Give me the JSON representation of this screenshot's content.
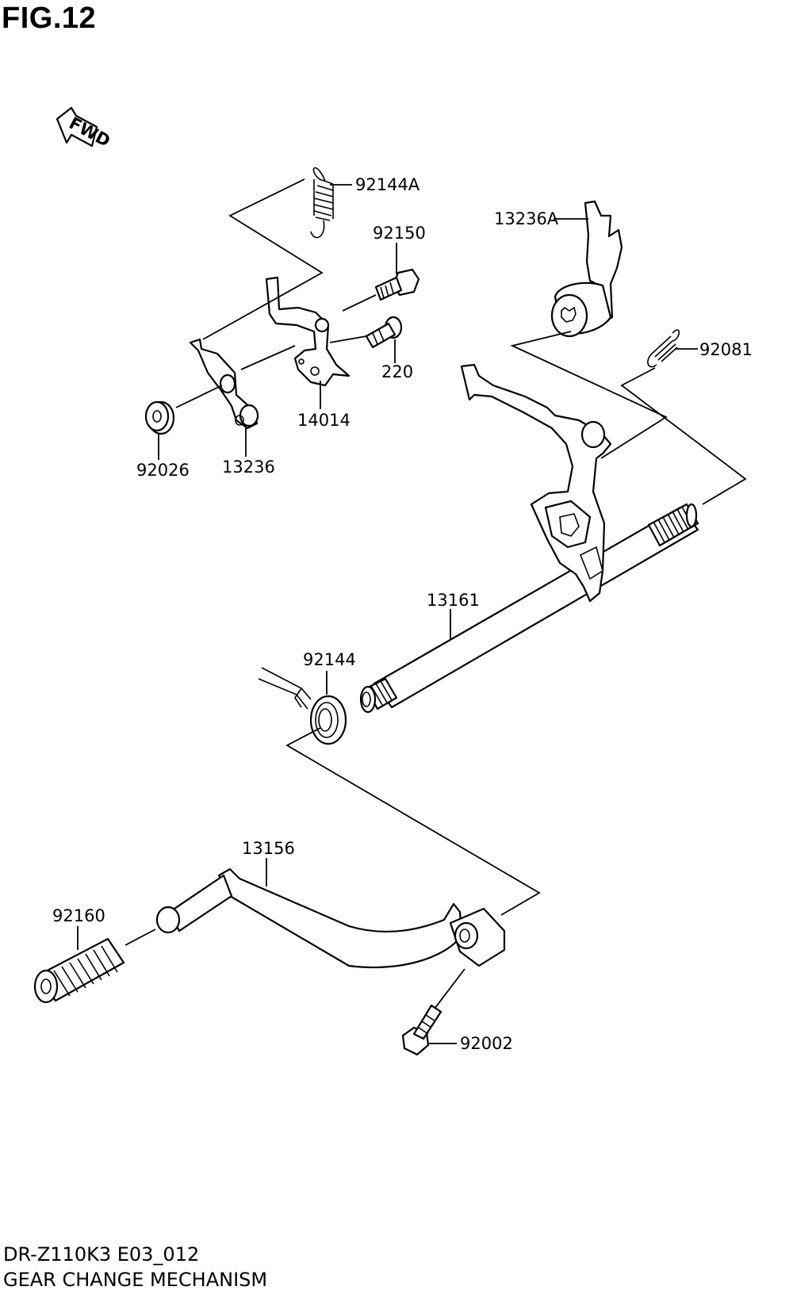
{
  "figure": {
    "title": "FIG.12"
  },
  "fwd_label": "FWD",
  "parts": [
    {
      "id": "p-92144A",
      "number": "92144A"
    },
    {
      "id": "p-92150",
      "number": "92150"
    },
    {
      "id": "p-13236A",
      "number": "13236A"
    },
    {
      "id": "p-92081",
      "number": "92081"
    },
    {
      "id": "p-220",
      "number": "220"
    },
    {
      "id": "p-14014",
      "number": "14014"
    },
    {
      "id": "p-92026",
      "number": "92026"
    },
    {
      "id": "p-13236",
      "number": "13236"
    },
    {
      "id": "p-13161",
      "number": "13161"
    },
    {
      "id": "p-92144",
      "number": "92144"
    },
    {
      "id": "p-13156",
      "number": "13156"
    },
    {
      "id": "p-92160",
      "number": "92160"
    },
    {
      "id": "p-92002",
      "number": "92002"
    }
  ],
  "footer": {
    "model_code": "DR-Z110K3 E03_012",
    "section_name": "GEAR CHANGE MECHANISM"
  }
}
